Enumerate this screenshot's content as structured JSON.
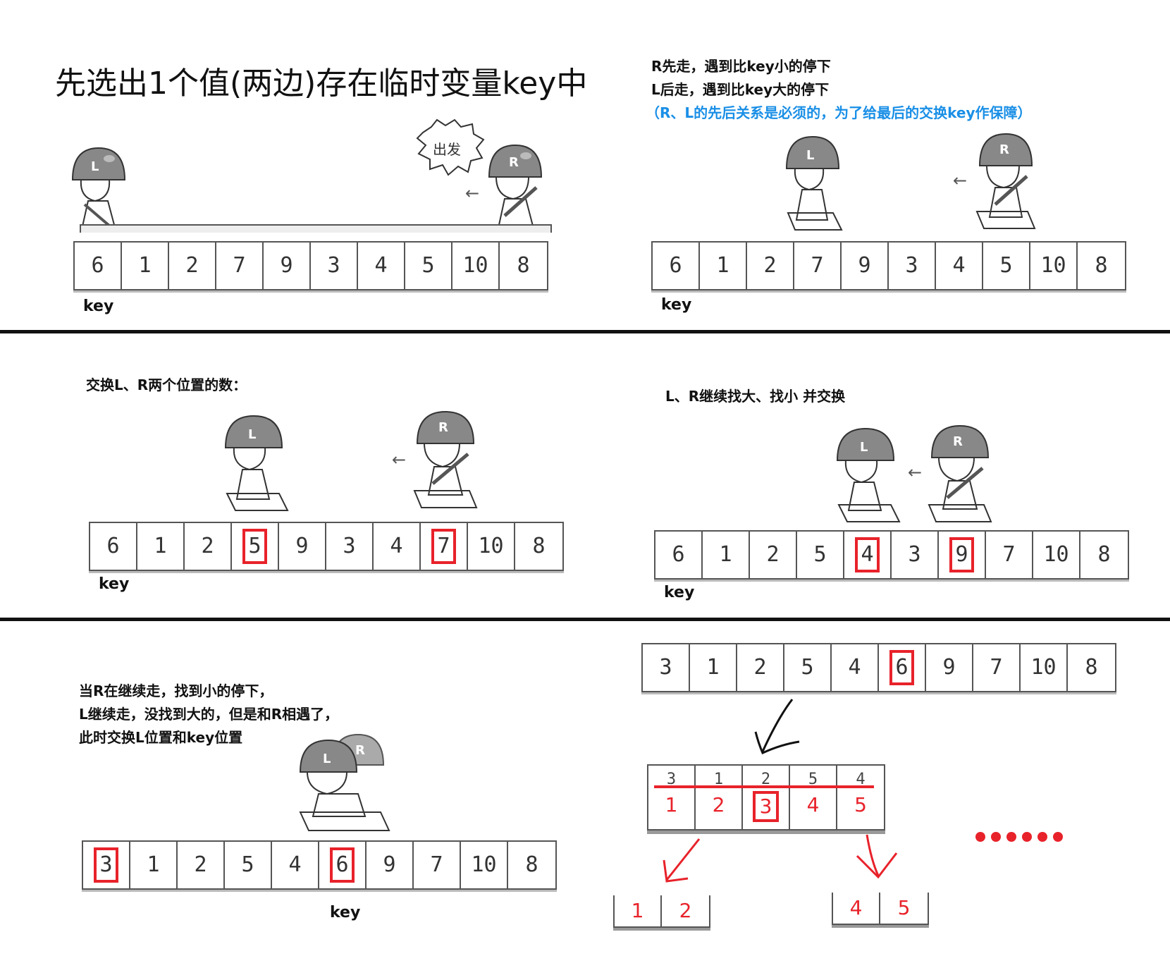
{
  "title": "先选出1个值(两边)存在临时变量key中",
  "rules": {
    "line1": "R先走，遇到比key小的停下",
    "line2": "L后走，遇到比key大的停下",
    "line3": "（R、L的先后关系是必须的，为了给最后的交换key作保障）"
  },
  "bubble": "出发",
  "labels": {
    "key": "key",
    "L": "L",
    "R": "R"
  },
  "panel3_note": "交换L、R两个位置的数：",
  "panel4_note": "L、R继续找大、找小  并交换",
  "panel5_note": {
    "line1": "当R在继续走，找到小的停下，",
    "line2": "L继续走，没找到大的，但是和R相遇了，",
    "line3": "此时交换L位置和key位置"
  },
  "arrays": {
    "panel1": [
      "6",
      "1",
      "2",
      "7",
      "9",
      "3",
      "4",
      "5",
      "10",
      "8"
    ],
    "panel2": [
      "6",
      "1",
      "2",
      "7",
      "9",
      "3",
      "4",
      "5",
      "10",
      "8"
    ],
    "panel3": [
      "6",
      "1",
      "2",
      "5",
      "9",
      "3",
      "4",
      "7",
      "10",
      "8"
    ],
    "panel4": [
      "6",
      "1",
      "2",
      "5",
      "4",
      "3",
      "9",
      "7",
      "10",
      "8"
    ],
    "panel5": [
      "3",
      "1",
      "2",
      "5",
      "4",
      "6",
      "9",
      "7",
      "10",
      "8"
    ],
    "panel6_top": [
      "3",
      "1",
      "2",
      "5",
      "4",
      "6",
      "9",
      "7",
      "10",
      "8"
    ],
    "panel6_sub_old": [
      "3",
      "1",
      "2",
      "5",
      "4"
    ],
    "panel6_sub_new": [
      "1",
      "2",
      "3",
      "4",
      "5"
    ],
    "panel6_left": [
      "1",
      "2"
    ],
    "panel6_right": [
      "4",
      "5"
    ]
  },
  "colors": {
    "highlight": "#e8222a",
    "note_blue": "#1a8fe6"
  }
}
